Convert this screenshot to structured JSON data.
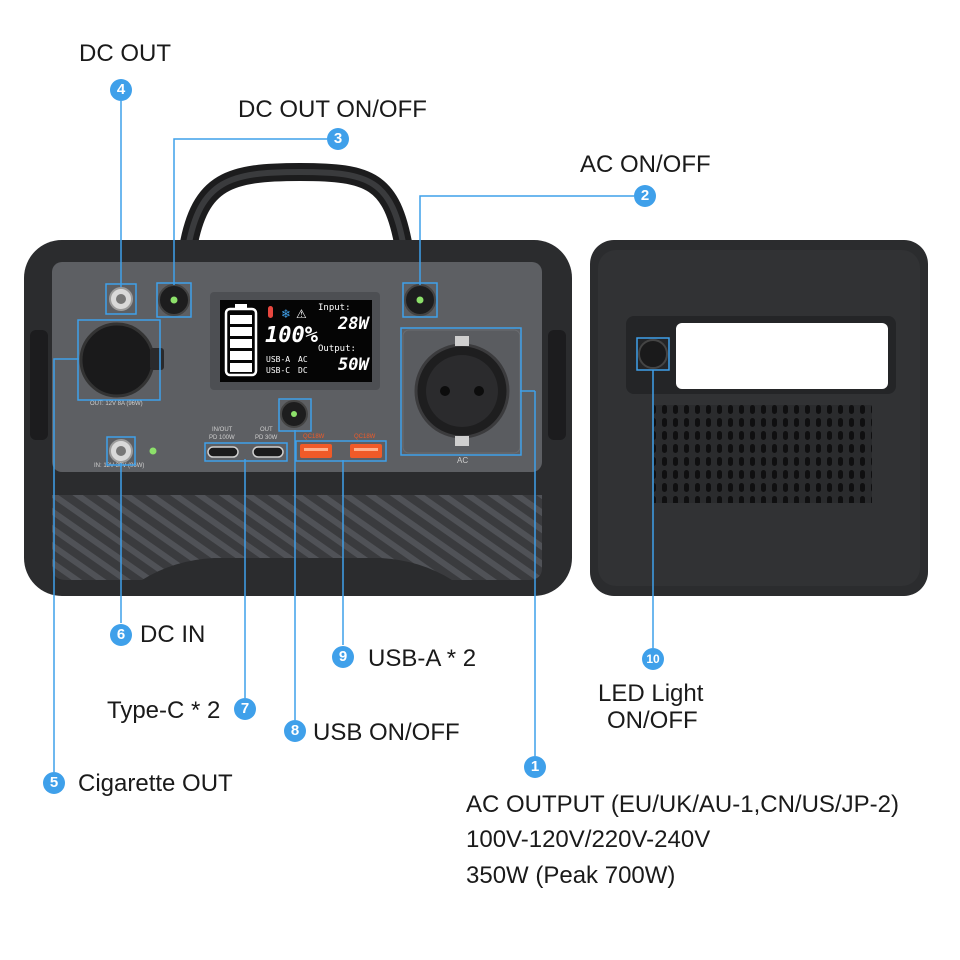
{
  "callouts": {
    "dc_out": {
      "num": "4",
      "label": "DC OUT"
    },
    "dc_out_onoff": {
      "num": "3",
      "label": "DC OUT ON/OFF"
    },
    "ac_onoff": {
      "num": "2",
      "label": "AC ON/OFF"
    },
    "dc_in": {
      "num": "6",
      "label": "DC IN"
    },
    "usb_a": {
      "num": "9",
      "label": "USB-A * 2"
    },
    "led_light": {
      "num": "10",
      "label_line1": "LED Light",
      "label_line2": "ON/OFF"
    },
    "type_c": {
      "num": "7",
      "label": "Type-C * 2"
    },
    "usb_onoff": {
      "num": "8",
      "label": "USB ON/OFF"
    },
    "cigarette_out": {
      "num": "5",
      "label": "Cigarette OUT"
    },
    "ac_output": {
      "num": "1",
      "line1": "AC OUTPUT (EU/UK/AU-1,CN/US/JP-2)",
      "line2": "100V-120V/220V-240V",
      "line3": "350W (Peak 700W)"
    }
  },
  "device": {
    "lcd": {
      "percent": "100%",
      "input_label": "Input:",
      "input_value": "28W",
      "output_label": "Output:",
      "output_value": "50W",
      "ind_usb_a": "USB-A",
      "ind_ac": "AC",
      "ind_usb_c": "USB-C",
      "ind_dc": "DC"
    },
    "panel_labels": {
      "cig_out": "OUT: 12V 8A (96W)",
      "dc_in": "IN: 12V-30V (96W)",
      "inout": "IN/OUT",
      "pd100": "PD 100W",
      "out": "OUT",
      "pd30": "PD 30W",
      "qc1": "QC18W",
      "qc2": "QC18W",
      "ac": "AC"
    }
  },
  "colors": {
    "accent": "#3fa0ea",
    "body_dark": "#2b2c2e",
    "panel": "#5d5f63",
    "usb_orange": "#f05a28"
  }
}
